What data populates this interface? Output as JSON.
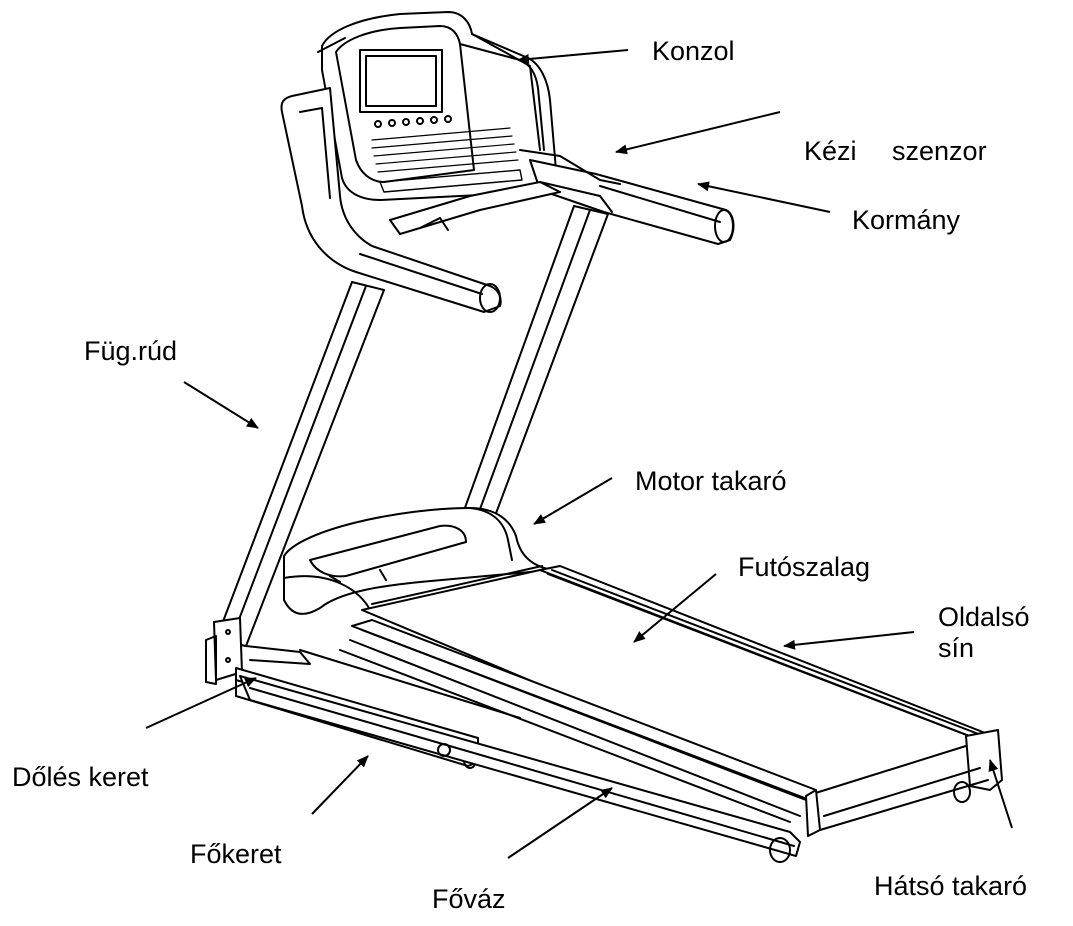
{
  "diagram": {
    "labels": {
      "konzol": "Konzol",
      "kezi_szenzor": "Kézi szenzor",
      "kormany": "Kormány",
      "fug_rud": "Füg.rúd",
      "motor_takaro": "Motor takaró",
      "futoszalag": "Futószalag",
      "oldalso_sin": "Oldalsó sín",
      "doles_keret": "Dőlés keret",
      "fokeret": "Főkeret",
      "hatso_takaro": "Hátsó takaró",
      "fovaz": "Főváz"
    }
  },
  "colors": {
    "ink": "#000000",
    "background": "#ffffff"
  }
}
